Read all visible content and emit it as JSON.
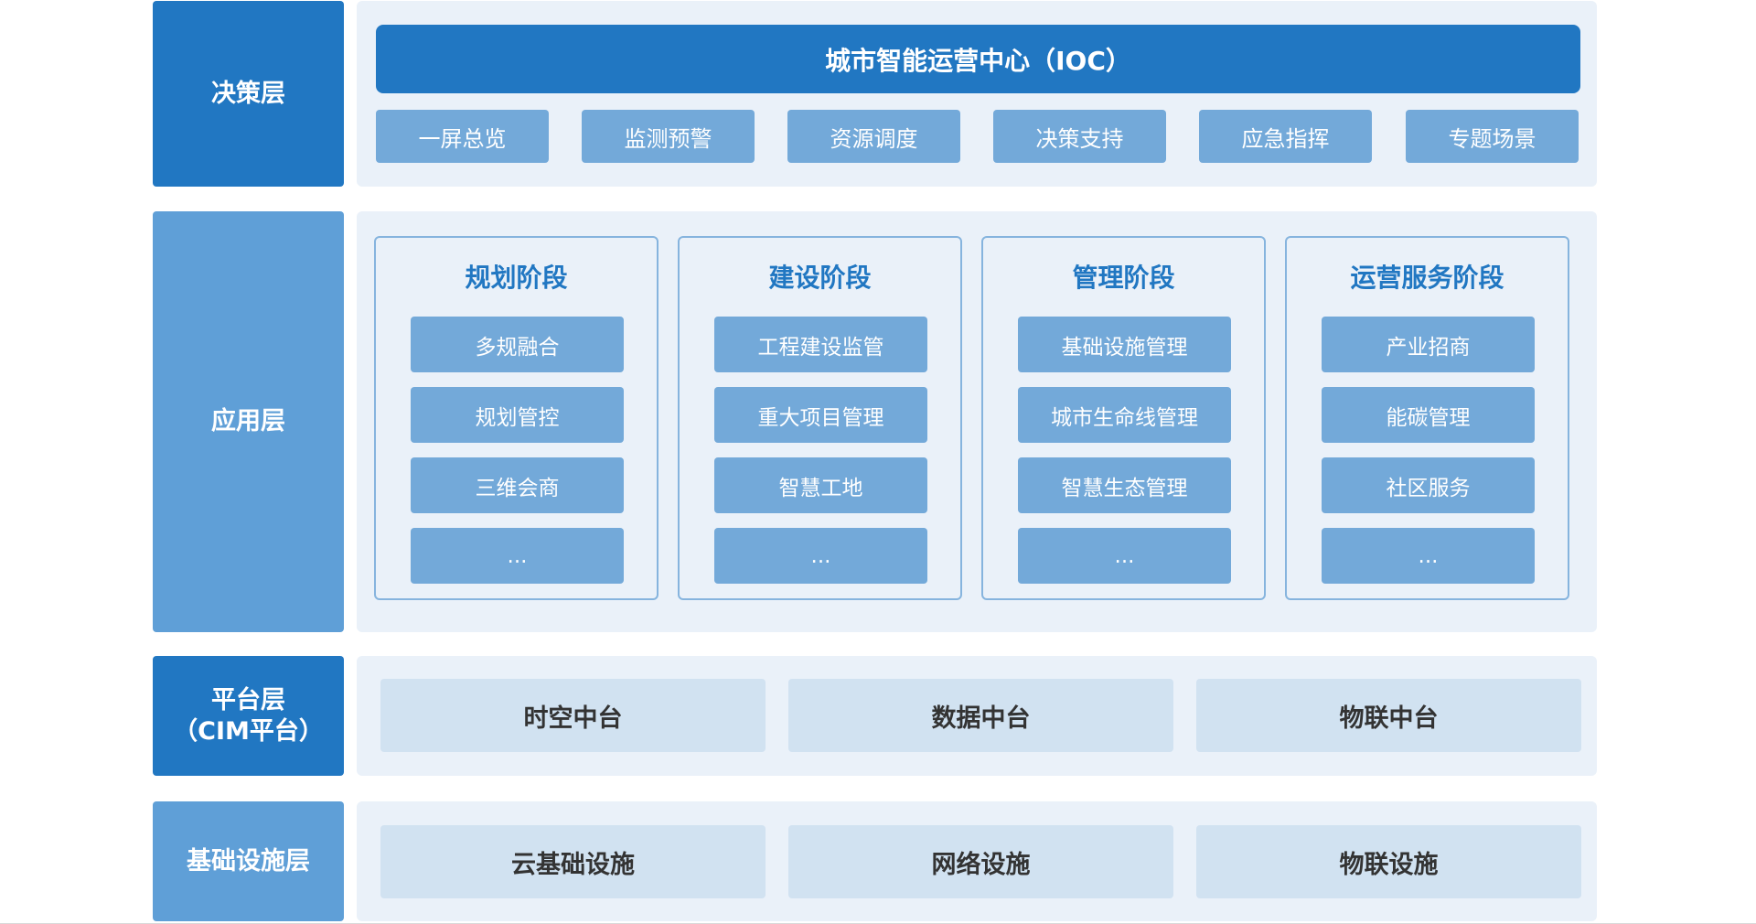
{
  "colors": {
    "dark_blue": "#2177c2",
    "light_blue": "#5f9fd7",
    "button_blue": "#73a9d9",
    "panel_bg": "#eaf1f9",
    "block_bg": "#d1e2f1",
    "border": "#86b4de",
    "dark_text": "#333333"
  },
  "decision": {
    "label": "决策层",
    "ioc": "城市智能运营中心（IOC）",
    "functions": [
      "一屏总览",
      "监测预警",
      "资源调度",
      "决策支持",
      "应急指挥",
      "专题场景"
    ]
  },
  "application": {
    "label": "应用层",
    "stages": [
      {
        "title": "规划阶段",
        "items": [
          "多规融合",
          "规划管控",
          "三维会商",
          "..."
        ]
      },
      {
        "title": "建设阶段",
        "items": [
          "工程建设监管",
          "重大项目管理",
          "智慧工地",
          "..."
        ]
      },
      {
        "title": "管理阶段",
        "items": [
          "基础设施管理",
          "城市生命线管理",
          "智慧生态管理",
          "..."
        ]
      },
      {
        "title": "运营服务阶段",
        "items": [
          "产业招商",
          "能碳管理",
          "社区服务",
          "..."
        ]
      }
    ]
  },
  "platform": {
    "label_line1": "平台层",
    "label_line2": "（CIM平台）",
    "blocks": [
      "时空中台",
      "数据中台",
      "物联中台"
    ]
  },
  "infrastructure": {
    "label": "基础设施层",
    "blocks": [
      "云基础设施",
      "网络设施",
      "物联设施"
    ]
  }
}
